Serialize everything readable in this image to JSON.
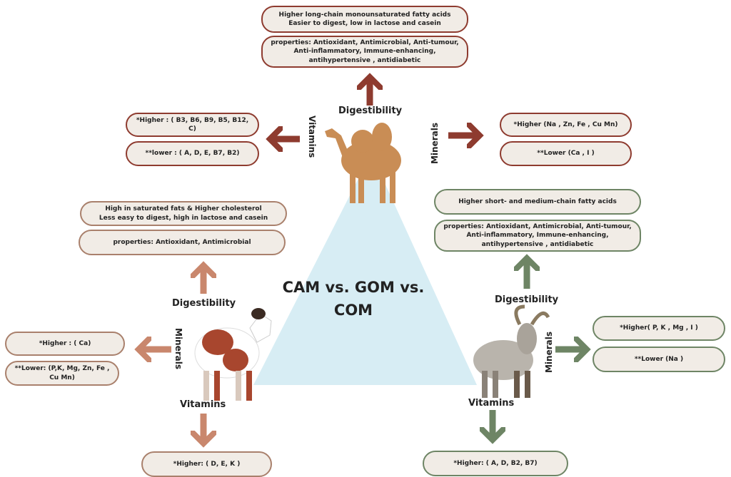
{
  "title": "CAM vs. GOM vs. COM",
  "camel": {
    "digestibility_label": "Digestibility",
    "vitamins_label": "Vitamins",
    "minerals_label": "Minerals",
    "digestibility_boxes": [
      "Higher long-chain monounsaturated fatty acids\nEasier to digest, low in lactose and casein",
      "properties: Antioxidant,  Antimicrobial,  Anti-tumour,\nAnti-inflammatory, Immune-enhancing,\nantihypertensive , antidiabetic"
    ],
    "vitamins_boxes": [
      "*Higher : ( B3, B6, B9, B5, B12, C)",
      "**lower : ( A, D, E,  B7,  B2)"
    ],
    "minerals_boxes": [
      "*Higher  (Na , Zn, Fe , Cu Mn)",
      "**Lower  (Ca , I  )"
    ],
    "color": "#8e3b2f"
  },
  "cow": {
    "digestibility_label": "Digestibility",
    "vitamins_label": "Vitamins",
    "minerals_label": "Minerals",
    "digestibility_boxes": [
      "High in saturated fats &  Higher cholesterol\nLess easy to digest, high in lactose and casein",
      "properties:    Antioxidant, Antimicrobial"
    ],
    "minerals_boxes": [
      "*Higher : ( Ca)",
      "**Lower: (P,K, Mg, Zn, Fe ,\nCu Mn)"
    ],
    "vitamins_boxes": [
      "*Higher: ( D, E, K  )"
    ],
    "color": "#c9876d"
  },
  "goat": {
    "digestibility_label": "Digestibility",
    "vitamins_label": "Vitamins",
    "minerals_label": "Minerals",
    "digestibility_boxes": [
      "Higher short- and medium-chain fatty acids",
      "properties: Antioxidant,  Antimicrobial,  Anti-tumour,\nAnti-inflammatory, Immune-enhancing,\nantihypertensive , antidiabetic"
    ],
    "minerals_boxes": [
      "*Higher( P, K , Mg , I )",
      "**Lower  (Na  )"
    ],
    "vitamins_boxes": [
      "*Higher: ( A, D,  B2,  B7)"
    ],
    "color": "#6e8565"
  },
  "triangle_color": "#d7edf4"
}
